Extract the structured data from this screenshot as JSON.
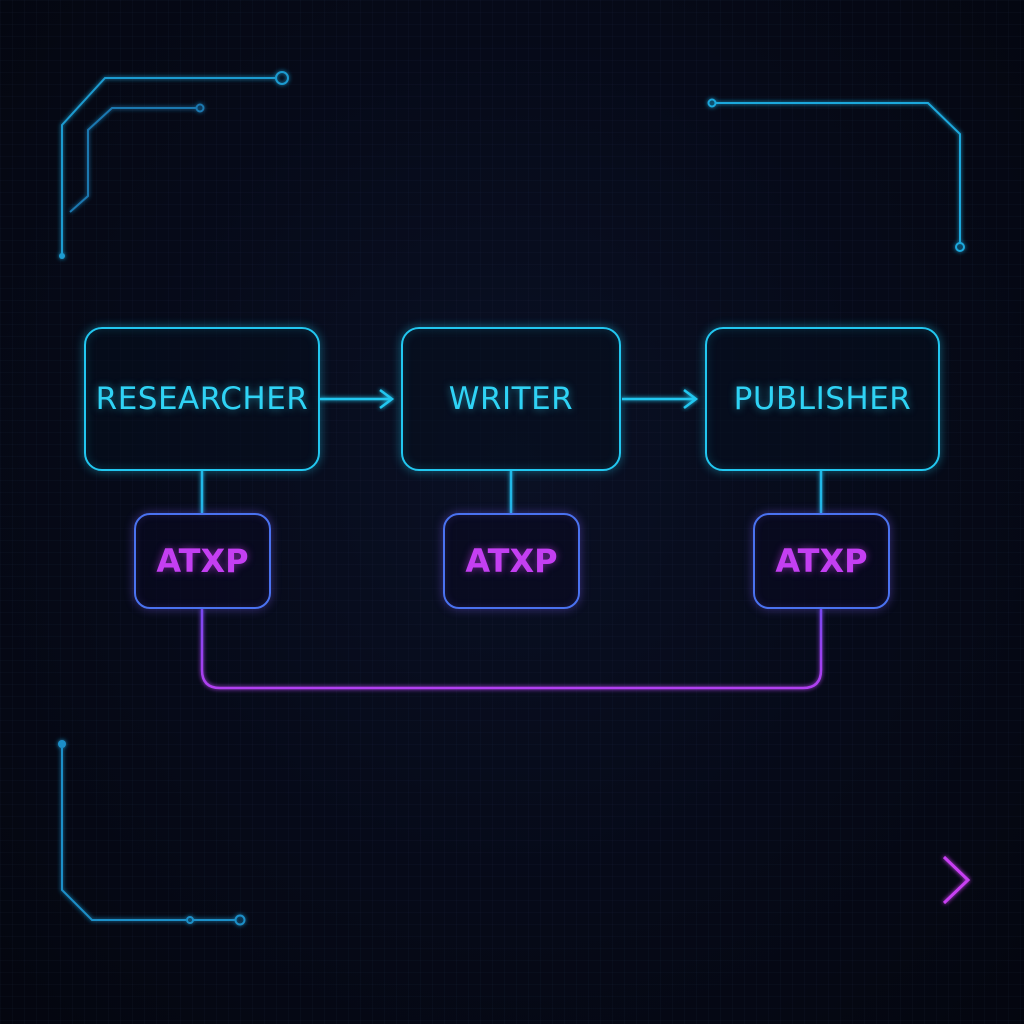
{
  "agents": [
    {
      "name": "RESEARCHER",
      "service": "ATXP"
    },
    {
      "name": "WRITER",
      "service": "ATXP"
    },
    {
      "name": "PUBLISHER",
      "service": "ATXP"
    }
  ],
  "colors": {
    "background": "#050814",
    "agent_stroke": "#22c7f0",
    "agent_text": "#2fd3f5",
    "atxp_stroke_top": "#3f7af0",
    "atxp_stroke_bottom": "#8a3ff0",
    "atxp_text": "#c43ff2",
    "bus_line": "#a53ff0",
    "accent_arrow": "#c83ff2"
  },
  "icons": {
    "flow_arrow": "right-arrow-icon",
    "corner_decoration": "circuit-trace-icon"
  }
}
